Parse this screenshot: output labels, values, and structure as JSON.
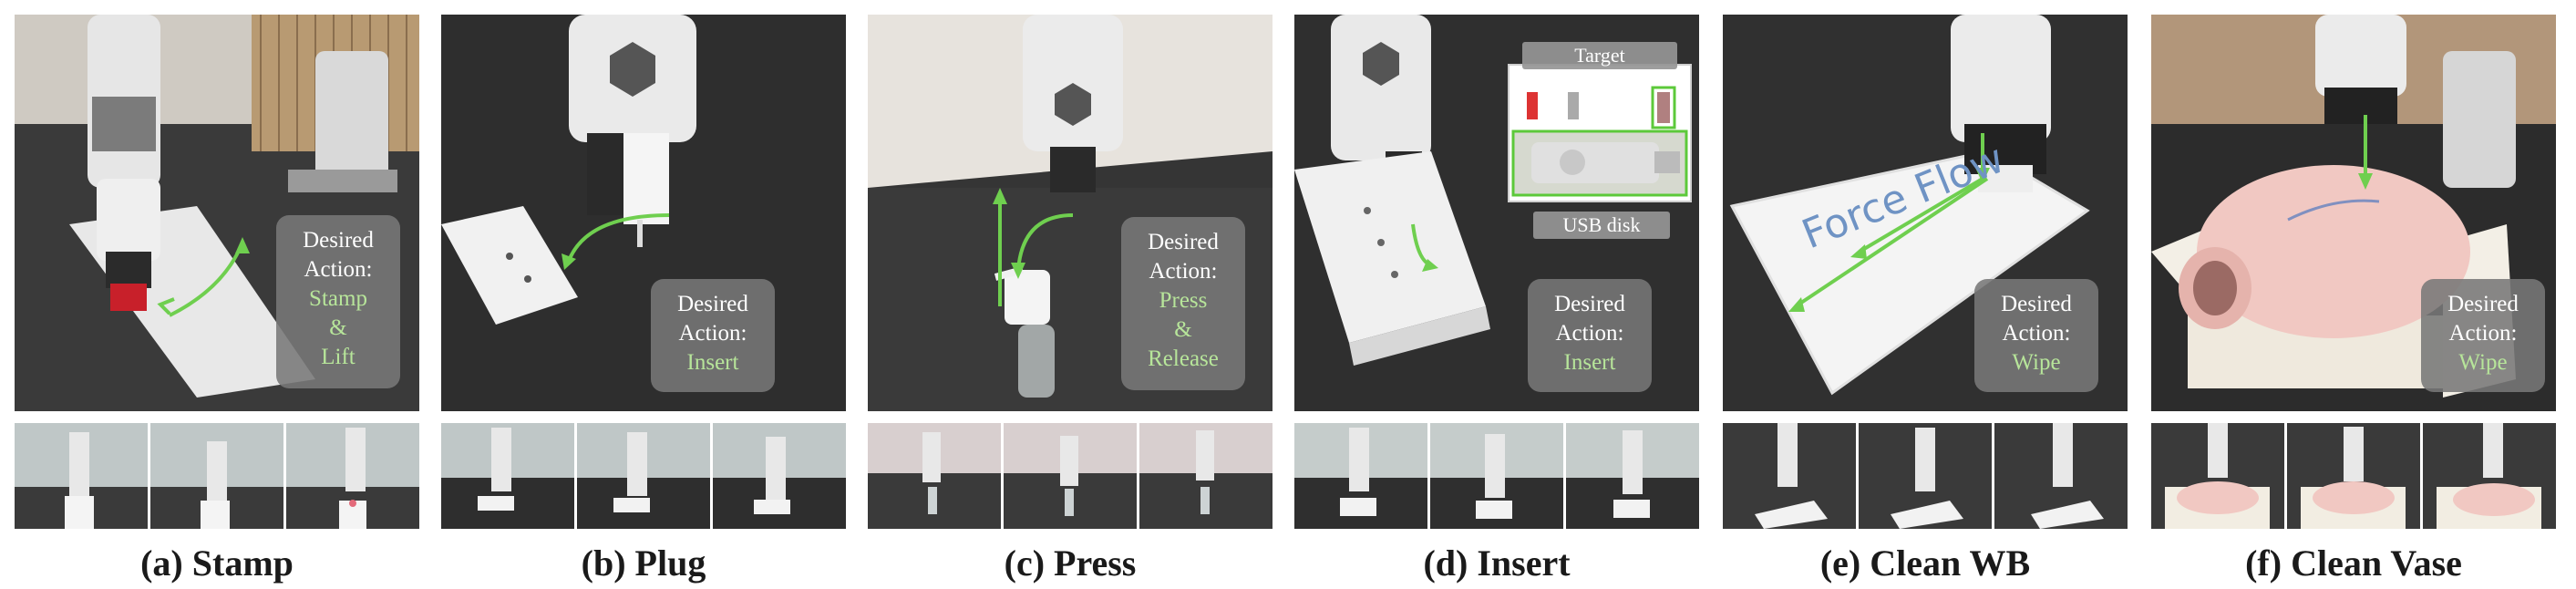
{
  "panels": [
    {
      "caption": "(a) Stamp",
      "desired_label": [
        "Desired",
        "Action:"
      ],
      "action_lines": [
        "Stamp",
        "&",
        "Lift"
      ]
    },
    {
      "caption": "(b) Plug",
      "desired_label": [
        "Desired",
        "Action:"
      ],
      "action_lines": [
        "Insert"
      ]
    },
    {
      "caption": "(c) Press",
      "desired_label": [
        "Desired",
        "Action:"
      ],
      "action_lines": [
        "Press",
        "&",
        "Release"
      ]
    },
    {
      "caption": "(d) Insert",
      "desired_label": [
        "Desired",
        "Action:"
      ],
      "action_lines": [
        "Insert"
      ],
      "tags": {
        "target": "Target",
        "usb": "USB disk"
      }
    },
    {
      "caption": "(e) Clean WB",
      "desired_label": [
        "Desired",
        "Action:"
      ],
      "action_lines": [
        "Wipe"
      ],
      "whiteboard_text": "Force Flow"
    },
    {
      "caption": "(f) Clean Vase",
      "desired_label": [
        "Desired",
        "Action:"
      ],
      "action_lines": [
        "Wipe"
      ]
    }
  ],
  "colors": {
    "action_green": "#b7e59a",
    "arrow_green": "#6fcf4f",
    "box_gray": "#787878"
  }
}
